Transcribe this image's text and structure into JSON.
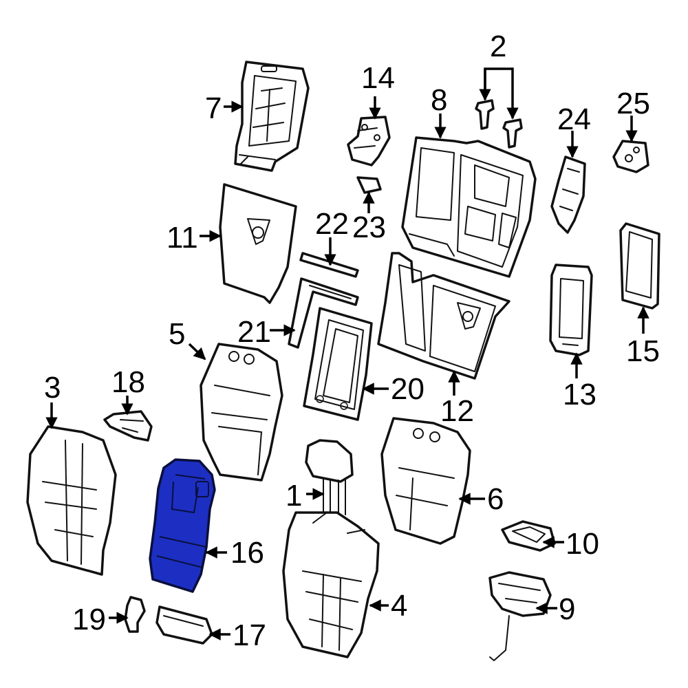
{
  "diagram": {
    "highlight_color": "#1c2fc2",
    "callouts": [
      {
        "id": "c1",
        "label": "1"
      },
      {
        "id": "c2",
        "label": "2"
      },
      {
        "id": "c3",
        "label": "3"
      },
      {
        "id": "c4",
        "label": "4"
      },
      {
        "id": "c5",
        "label": "5"
      },
      {
        "id": "c6",
        "label": "6"
      },
      {
        "id": "c7",
        "label": "7"
      },
      {
        "id": "c8",
        "label": "8"
      },
      {
        "id": "c9",
        "label": "9"
      },
      {
        "id": "c10",
        "label": "10"
      },
      {
        "id": "c11",
        "label": "11"
      },
      {
        "id": "c12",
        "label": "12"
      },
      {
        "id": "c13",
        "label": "13"
      },
      {
        "id": "c14",
        "label": "14"
      },
      {
        "id": "c15",
        "label": "15"
      },
      {
        "id": "c16",
        "label": "16",
        "highlighted": true
      },
      {
        "id": "c17",
        "label": "17"
      },
      {
        "id": "c18",
        "label": "18"
      },
      {
        "id": "c19",
        "label": "19"
      },
      {
        "id": "c20",
        "label": "20"
      },
      {
        "id": "c21",
        "label": "21"
      },
      {
        "id": "c22",
        "label": "22"
      },
      {
        "id": "c23",
        "label": "23"
      },
      {
        "id": "c24",
        "label": "24"
      },
      {
        "id": "c25",
        "label": "25"
      }
    ]
  }
}
